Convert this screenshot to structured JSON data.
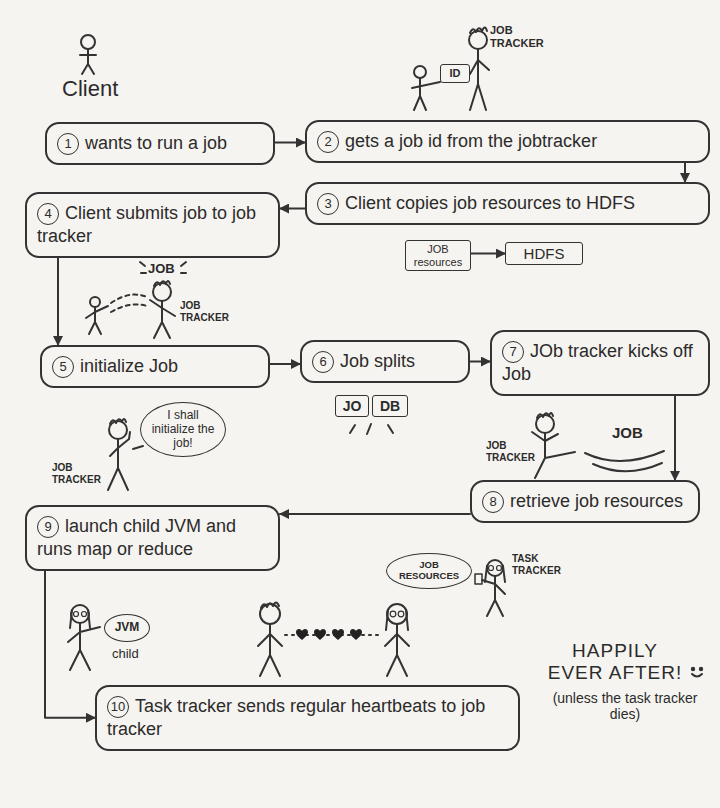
{
  "diagram": {
    "nodes": [
      {
        "text": [
          "ID"
        ]
      },
      {
        "text": [
          "1",
          "wants to run a job"
        ]
      },
      {
        "text": [
          "2",
          "gets a job id from the jobtracker"
        ]
      },
      {
        "text": [
          "3",
          "Client copies job resources to HDFS"
        ]
      },
      {
        "text": [
          "4",
          "Client submits job to job tracker"
        ]
      },
      {
        "text": [
          "JOB resources"
        ]
      },
      {
        "text": [
          "HDFS"
        ]
      },
      {
        "text": [
          "5",
          "initialize Job"
        ]
      },
      {
        "text": [
          "6",
          "Job splits"
        ]
      },
      {
        "text": [
          "7",
          "JOb tracker kicks off Job"
        ]
      },
      {
        "text": [
          "JO"
        ]
      },
      {
        "text": [
          "DB"
        ]
      },
      {
        "text": [
          "I shall initialize the job!"
        ]
      },
      {
        "text": [
          "8",
          "retrieve job resources"
        ]
      },
      {
        "text": [
          "9",
          "launch child JVM and runs map or reduce"
        ]
      },
      {
        "text": [
          "JOB RESOURCES"
        ]
      },
      {
        "text": [
          "JVM"
        ]
      },
      {
        "text": [
          "10",
          "Task tracker sends regular heartbeats to job tracker"
        ]
      }
    ],
    "edges": [
      {
        "from": 1,
        "to": 2,
        "arrow": "to"
      },
      {
        "from": 2,
        "to": 3,
        "arrow": "to"
      },
      {
        "from": 3,
        "to": 4,
        "arrow": "to"
      },
      {
        "from": 4,
        "to": 7,
        "arrow": "to"
      },
      {
        "from": 7,
        "to": 8,
        "arrow": "to"
      },
      {
        "from": 8,
        "to": 9,
        "arrow": "to"
      },
      {
        "from": 9,
        "to": 13,
        "arrow": "to"
      },
      {
        "from": 13,
        "to": 14,
        "arrow": "to"
      },
      {
        "from": 14,
        "to": 17,
        "arrow": "to"
      },
      {
        "from": 5,
        "to": 6,
        "arrow": "to"
      }
    ],
    "labels": [
      "Client",
      "JOB TRACKER",
      "JOB",
      "JOB TRACKER",
      "JOB TRACKER",
      "JOB TRACKER",
      "JOB",
      "TASK TRACKER",
      "child",
      "HAPPILY EVER AFTER!",
      "(unless the task tracker dies)"
    ]
  }
}
